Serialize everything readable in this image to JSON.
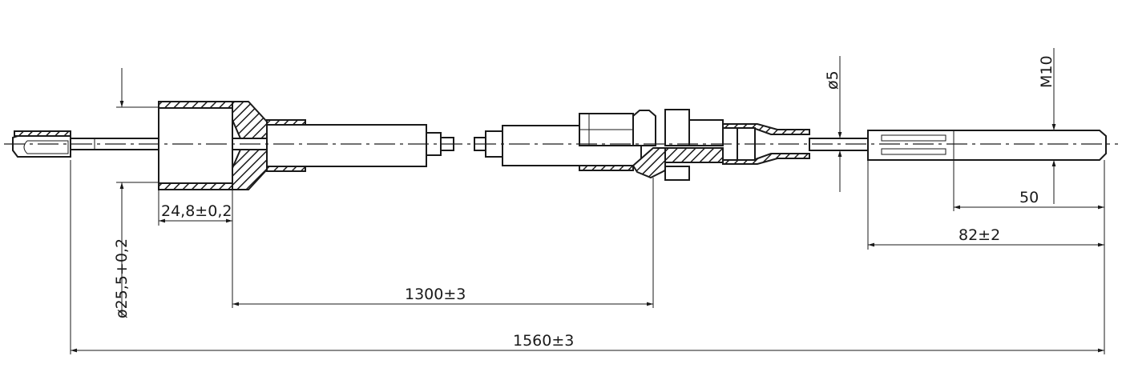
{
  "dimensions": {
    "sleeve_diameter": "ø25,5+0,2",
    "sleeve_length": "24,8±0,2",
    "inner_length": "1300±3",
    "overall_length": "1560±3",
    "cable_diameter": "ø5",
    "thread_size": "M10",
    "thread_length": "50",
    "end_length": "82±2"
  }
}
